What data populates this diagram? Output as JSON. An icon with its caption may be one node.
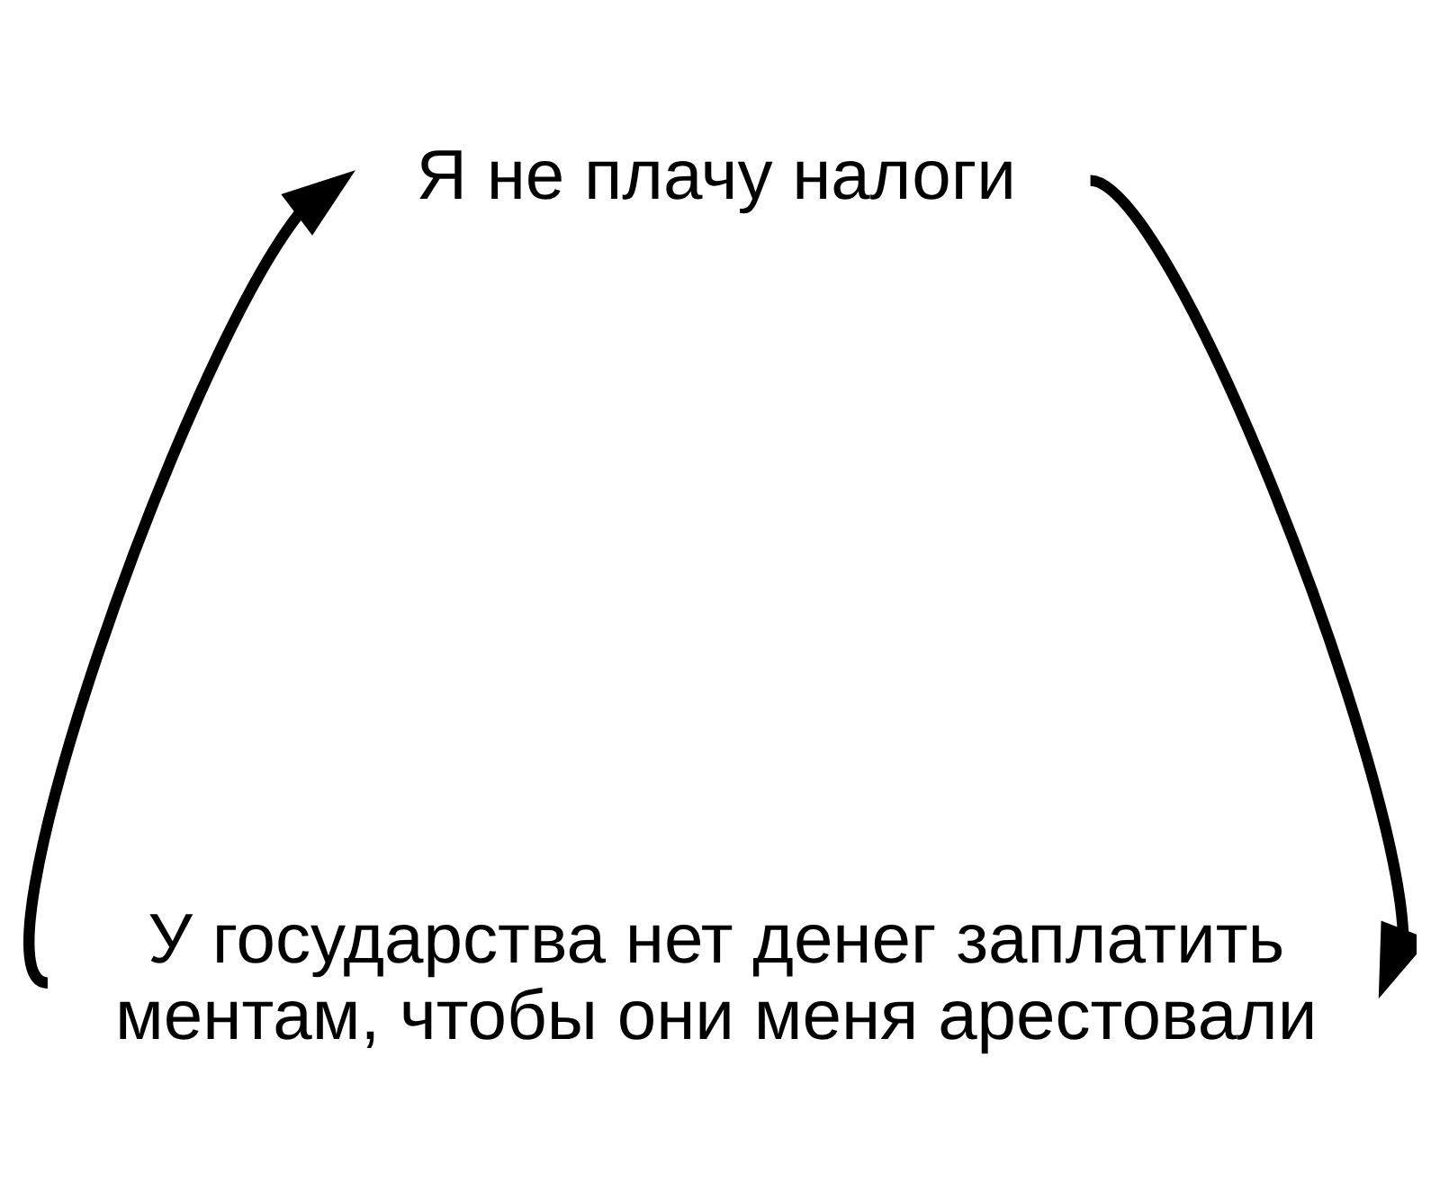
{
  "diagram": {
    "nodes": [
      {
        "text": [
          "Я не плачу налоги"
        ]
      },
      {
        "text": [
          "У государства нет денег заплатить ментам, чтобы они меня арестовали"
        ]
      }
    ],
    "edges": [
      {
        "from": 0,
        "to": 1,
        "arrow": "to"
      },
      {
        "from": 1,
        "to": 0,
        "arrow": "to"
      }
    ]
  }
}
